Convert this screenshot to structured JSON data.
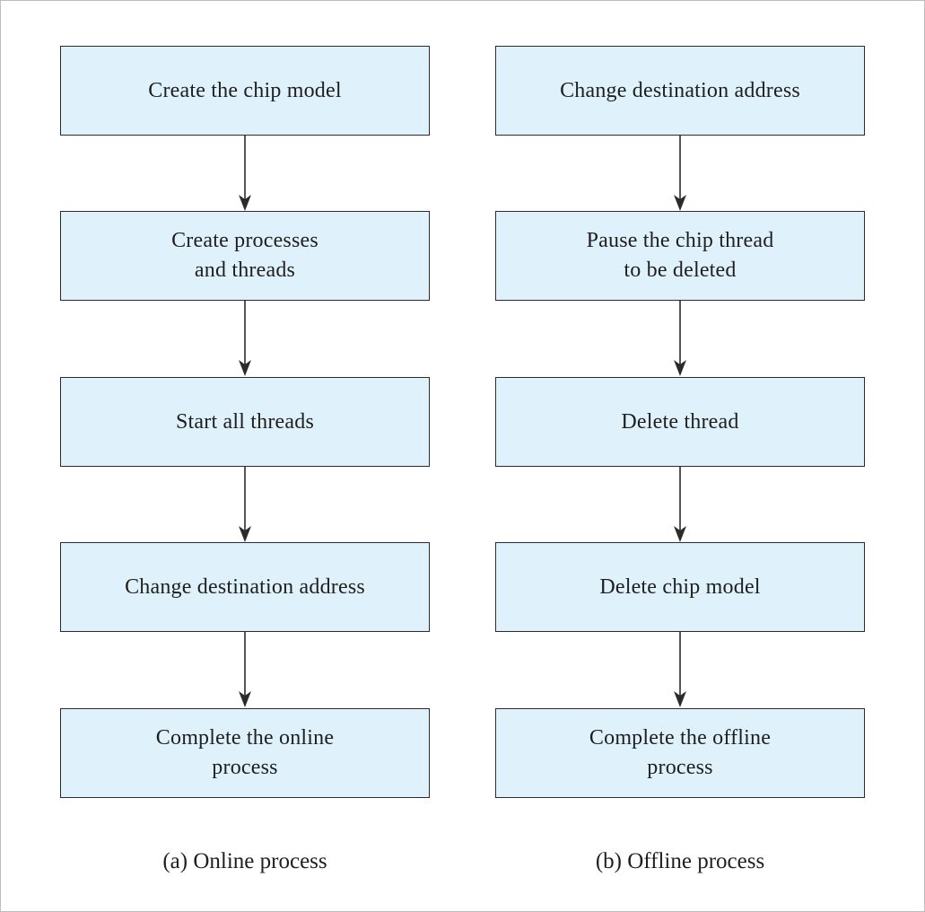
{
  "online": {
    "caption": "(a) Online process",
    "steps": [
      {
        "label": "Create the chip model"
      },
      {
        "label": "Create processes\nand threads"
      },
      {
        "label": "Start all threads"
      },
      {
        "label": "Change destination address"
      },
      {
        "label": "Complete the online\nprocess"
      }
    ]
  },
  "offline": {
    "caption": "(b) Offline process",
    "steps": [
      {
        "label": "Change destination address"
      },
      {
        "label": "Pause the chip thread\nto be deleted"
      },
      {
        "label": "Delete thread"
      },
      {
        "label": "Delete chip model"
      },
      {
        "label": "Complete the offline\nprocess"
      }
    ]
  },
  "colors": {
    "box_fill": "#dff1fb",
    "box_border": "#2b2b2b",
    "arrow": "#2b2b2b"
  }
}
